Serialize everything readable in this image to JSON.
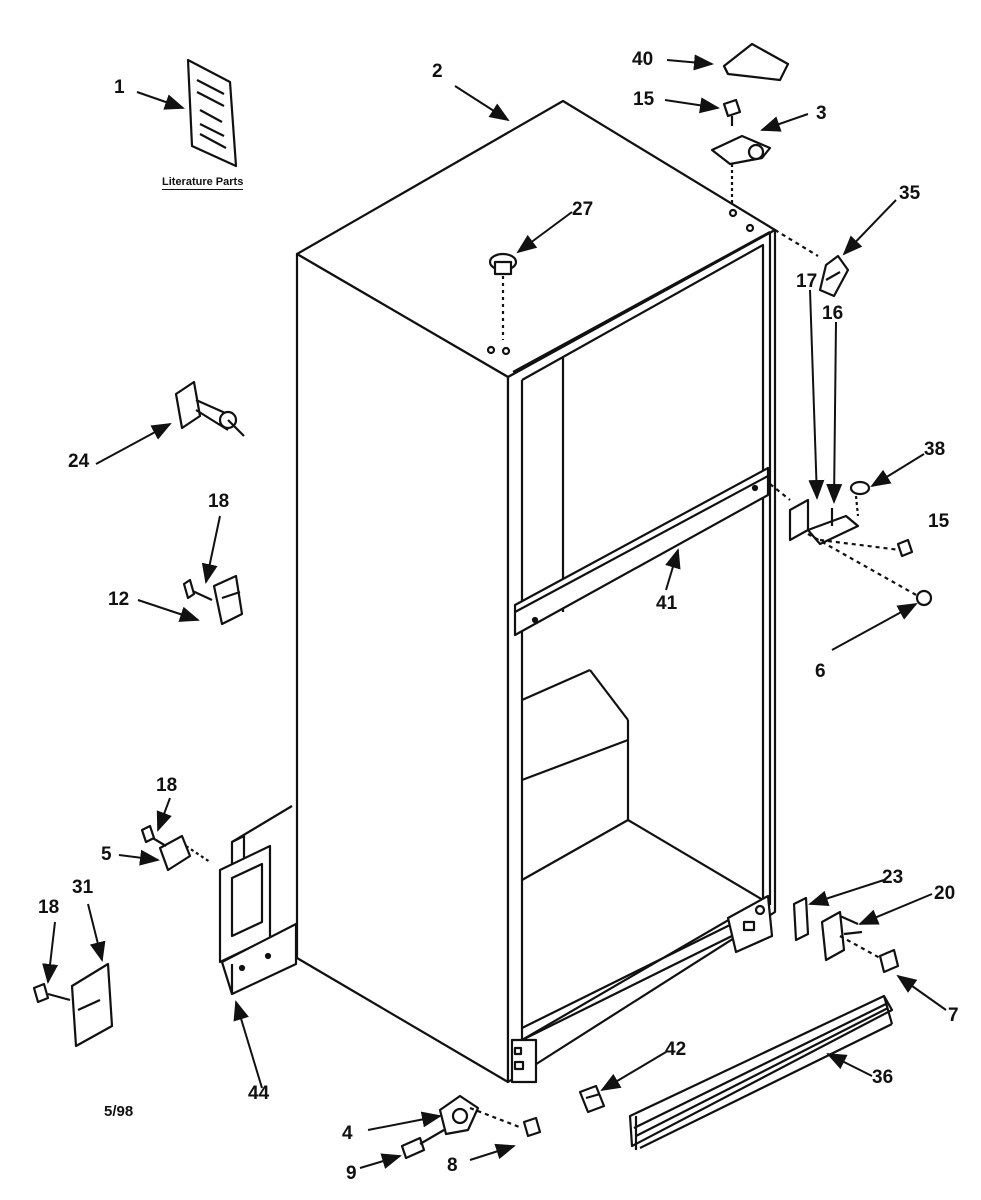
{
  "literature_label": "Literature Parts",
  "date_code": "5/98",
  "callouts": [
    {
      "id": "c1",
      "text": "1"
    },
    {
      "id": "c2",
      "text": "2"
    },
    {
      "id": "c40",
      "text": "40"
    },
    {
      "id": "c15a",
      "text": "15"
    },
    {
      "id": "c3",
      "text": "3"
    },
    {
      "id": "c27",
      "text": "27"
    },
    {
      "id": "c35",
      "text": "35"
    },
    {
      "id": "c17",
      "text": "17"
    },
    {
      "id": "c16",
      "text": "16"
    },
    {
      "id": "c38",
      "text": "38"
    },
    {
      "id": "c15b",
      "text": "15"
    },
    {
      "id": "c24",
      "text": "24"
    },
    {
      "id": "c18a",
      "text": "18"
    },
    {
      "id": "c12",
      "text": "12"
    },
    {
      "id": "c41",
      "text": "41"
    },
    {
      "id": "c6",
      "text": "6"
    },
    {
      "id": "c18b",
      "text": "18"
    },
    {
      "id": "c5",
      "text": "5"
    },
    {
      "id": "c18c",
      "text": "18"
    },
    {
      "id": "c31",
      "text": "31"
    },
    {
      "id": "c23",
      "text": "23"
    },
    {
      "id": "c20",
      "text": "20"
    },
    {
      "id": "c7",
      "text": "7"
    },
    {
      "id": "c44",
      "text": "44"
    },
    {
      "id": "c42",
      "text": "42"
    },
    {
      "id": "c36",
      "text": "36"
    },
    {
      "id": "c4",
      "text": "4"
    },
    {
      "id": "c9",
      "text": "9"
    },
    {
      "id": "c8",
      "text": "8"
    }
  ]
}
